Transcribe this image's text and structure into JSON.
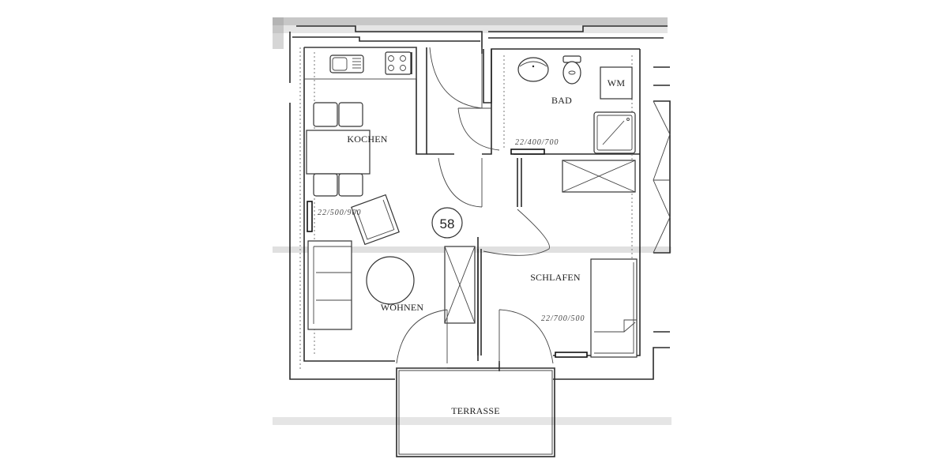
{
  "floor_plan": {
    "unit_number": "58",
    "rooms": [
      {
        "id": "kochen",
        "label": "KOCHEN"
      },
      {
        "id": "bad",
        "label": "BAD"
      },
      {
        "id": "wohnen",
        "label": "WOHNEN"
      },
      {
        "id": "schlafen",
        "label": "SCHLAFEN"
      },
      {
        "id": "terrasse",
        "label": "TERRASSE"
      }
    ],
    "fixtures": {
      "washing_machine": "WM"
    },
    "annotations": {
      "bad_radiator": "22/400/700",
      "wohnen_radiator": "22/500/900",
      "schlafen_radiator": "22/700/500"
    },
    "colors": {
      "line": "#2a2a2a",
      "background": "#ffffff",
      "scan_noise": "#999999"
    }
  }
}
